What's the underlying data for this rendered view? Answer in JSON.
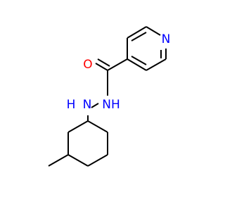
{
  "structure": {
    "atoms": {
      "pyridine_n": {
        "label": "N",
        "color": "#0000ff"
      },
      "carbonyl_o": {
        "label": "O",
        "color": "#ff0000"
      },
      "amide_nh": {
        "label": "NH",
        "color": "#0000ff"
      },
      "hydrazine_h": {
        "label": "H",
        "color": "#0000ff"
      },
      "hydrazine_n": {
        "label": "N",
        "color": "#0000ff"
      }
    }
  }
}
